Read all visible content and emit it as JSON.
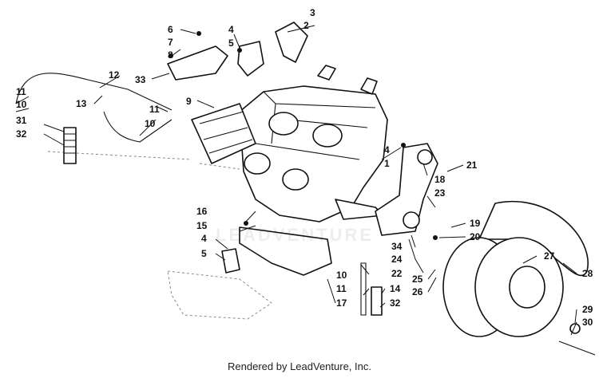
{
  "footer": "Rendered by LeadVenture, Inc.",
  "watermark": "LEADVENTURE",
  "callouts": [
    {
      "label": "1"
    },
    {
      "label": "2"
    },
    {
      "label": "3"
    },
    {
      "label": "4"
    },
    {
      "label": "4"
    },
    {
      "label": "4"
    },
    {
      "label": "5"
    },
    {
      "label": "5"
    },
    {
      "label": "6"
    },
    {
      "label": "7"
    },
    {
      "label": "8"
    },
    {
      "label": "9"
    },
    {
      "label": "10"
    },
    {
      "label": "10"
    },
    {
      "label": "10"
    },
    {
      "label": "11"
    },
    {
      "label": "11"
    },
    {
      "label": "11"
    },
    {
      "label": "12"
    },
    {
      "label": "13"
    },
    {
      "label": "14"
    },
    {
      "label": "15"
    },
    {
      "label": "16"
    },
    {
      "label": "17"
    },
    {
      "label": "18"
    },
    {
      "label": "19"
    },
    {
      "label": "20"
    },
    {
      "label": "21"
    },
    {
      "label": "22"
    },
    {
      "label": "23"
    },
    {
      "label": "24"
    },
    {
      "label": "25"
    },
    {
      "label": "26"
    },
    {
      "label": "27"
    },
    {
      "label": "28"
    },
    {
      "label": "29"
    },
    {
      "label": "30"
    },
    {
      "label": "31"
    },
    {
      "label": "32"
    },
    {
      "label": "32"
    },
    {
      "label": "33"
    },
    {
      "label": "34"
    }
  ]
}
